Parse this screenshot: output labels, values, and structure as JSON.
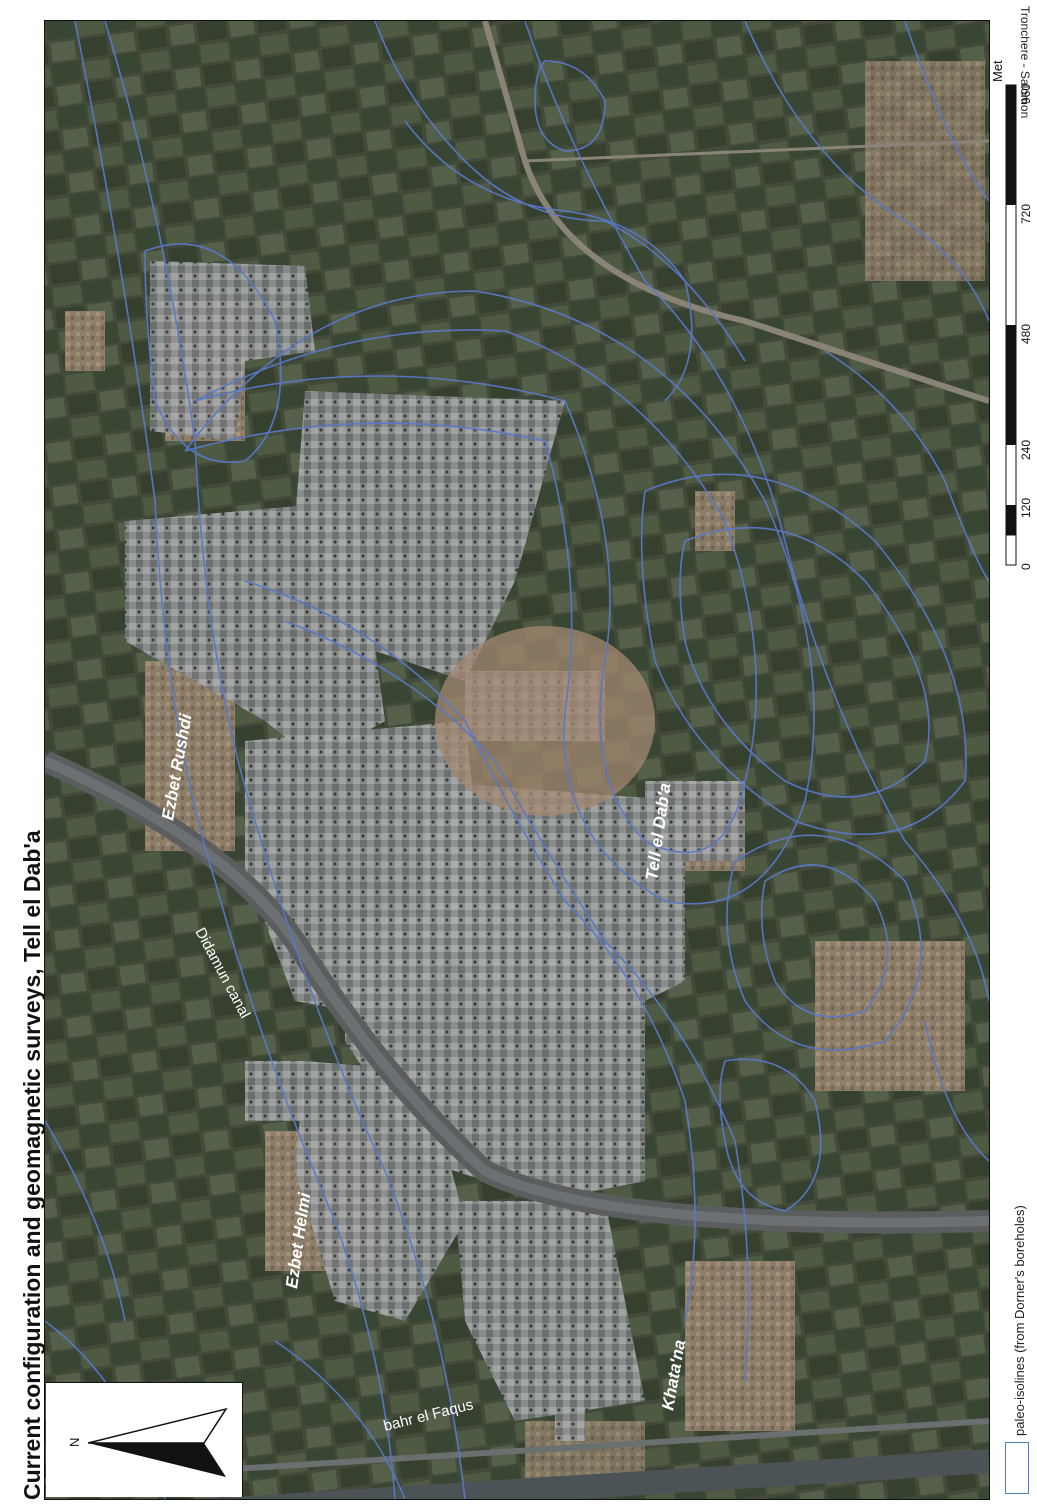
{
  "title": "Current configuration and geomagnetic surveys, Tell el Dab'a",
  "credit": "Tronchere - Salomon",
  "scale": {
    "unit": "Meters",
    "ticks": [
      "0",
      "120",
      "240",
      "480",
      "720",
      "960"
    ]
  },
  "north_label": "N",
  "legend": {
    "label": "paleo-isolines (from Dorner's boreholes)",
    "color": "#5a78c8"
  },
  "places": {
    "ezbet_rushdi": "Ezbet Rushdi",
    "tell_el_daba": "Tell el Dab'a",
    "ezbet_helmi": "Ezbet Helmi",
    "khatana": "Khata'na"
  },
  "waterways": {
    "didamun": "Didamun canal",
    "faqus": "bahr el Faqus"
  },
  "colors": {
    "isoline": "#5a78c8",
    "fields_dark": "#3b4a34",
    "fields_light": "#5a6448",
    "settlement": "#9c8670",
    "survey": "#9a9a9a"
  }
}
